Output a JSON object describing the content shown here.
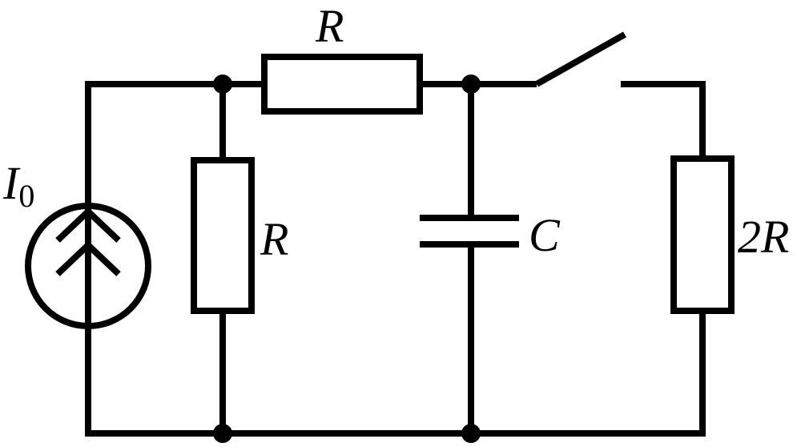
{
  "labels": {
    "source_symbol": "I",
    "source_subscript": "0",
    "top_resistor": "R",
    "left_resistor": "R",
    "capacitor": "C",
    "right_resistor": "2R"
  },
  "colors": {
    "stroke": "#000000",
    "background": "#ffffff"
  },
  "components": [
    {
      "name": "current-source",
      "icon": "current-source-double-arrow-up"
    },
    {
      "name": "resistor-top",
      "icon": "resistor-box"
    },
    {
      "name": "resistor-left",
      "icon": "resistor-box"
    },
    {
      "name": "capacitor",
      "icon": "capacitor-plates"
    },
    {
      "name": "switch",
      "state": "open"
    },
    {
      "name": "resistor-right",
      "icon": "resistor-box"
    }
  ]
}
